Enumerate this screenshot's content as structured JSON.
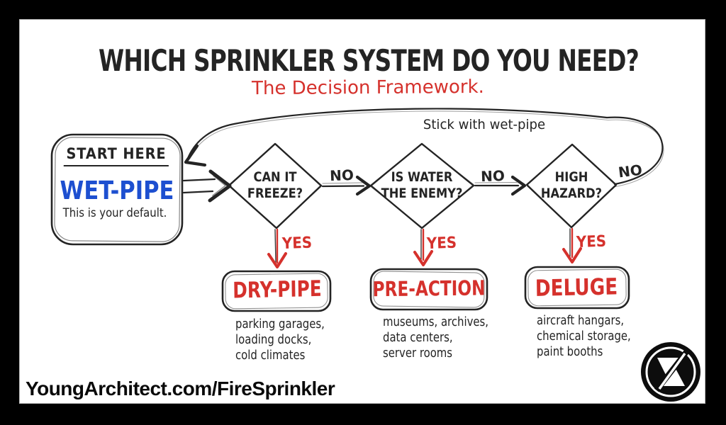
{
  "poster": {
    "title": "WHICH SPRINKLER SYSTEM DO YOU NEED?",
    "subtitle": "The Decision Framework."
  },
  "start_node": {
    "heading": "START HERE",
    "system": "WET-PIPE",
    "note": "This is your default."
  },
  "flow": {
    "loop_label": "Stick with wet-pipe",
    "decisions": [
      {
        "question": "CAN IT\nFREEZE?",
        "no": "NO",
        "yes": "YES"
      },
      {
        "question": "IS WATER\nTHE ENEMY?",
        "no": "NO",
        "yes": "YES"
      },
      {
        "question": "HIGH\nHAZARD?",
        "no": "NO",
        "yes": "YES"
      }
    ],
    "results": [
      {
        "system": "DRY-PIPE",
        "use_cases": "parking garages,\nloading docks,\ncold climates"
      },
      {
        "system": "PRE-ACTION",
        "use_cases": "museums, archives,\ndata centers,\nserver rooms"
      },
      {
        "system": "DELUGE",
        "use_cases": "aircraft hangars,\nchemical storage,\npaint booths"
      }
    ]
  },
  "footer": {
    "url_text": "YoungArchitect.com/FireSprinkler"
  },
  "logo": {
    "name": "young-architect-monogram"
  },
  "colors": {
    "ink": "#242424",
    "accent_red": "#d5312c",
    "accent_blue": "#1d4fd0",
    "paper": "#ffffff",
    "frame": "#000000"
  }
}
